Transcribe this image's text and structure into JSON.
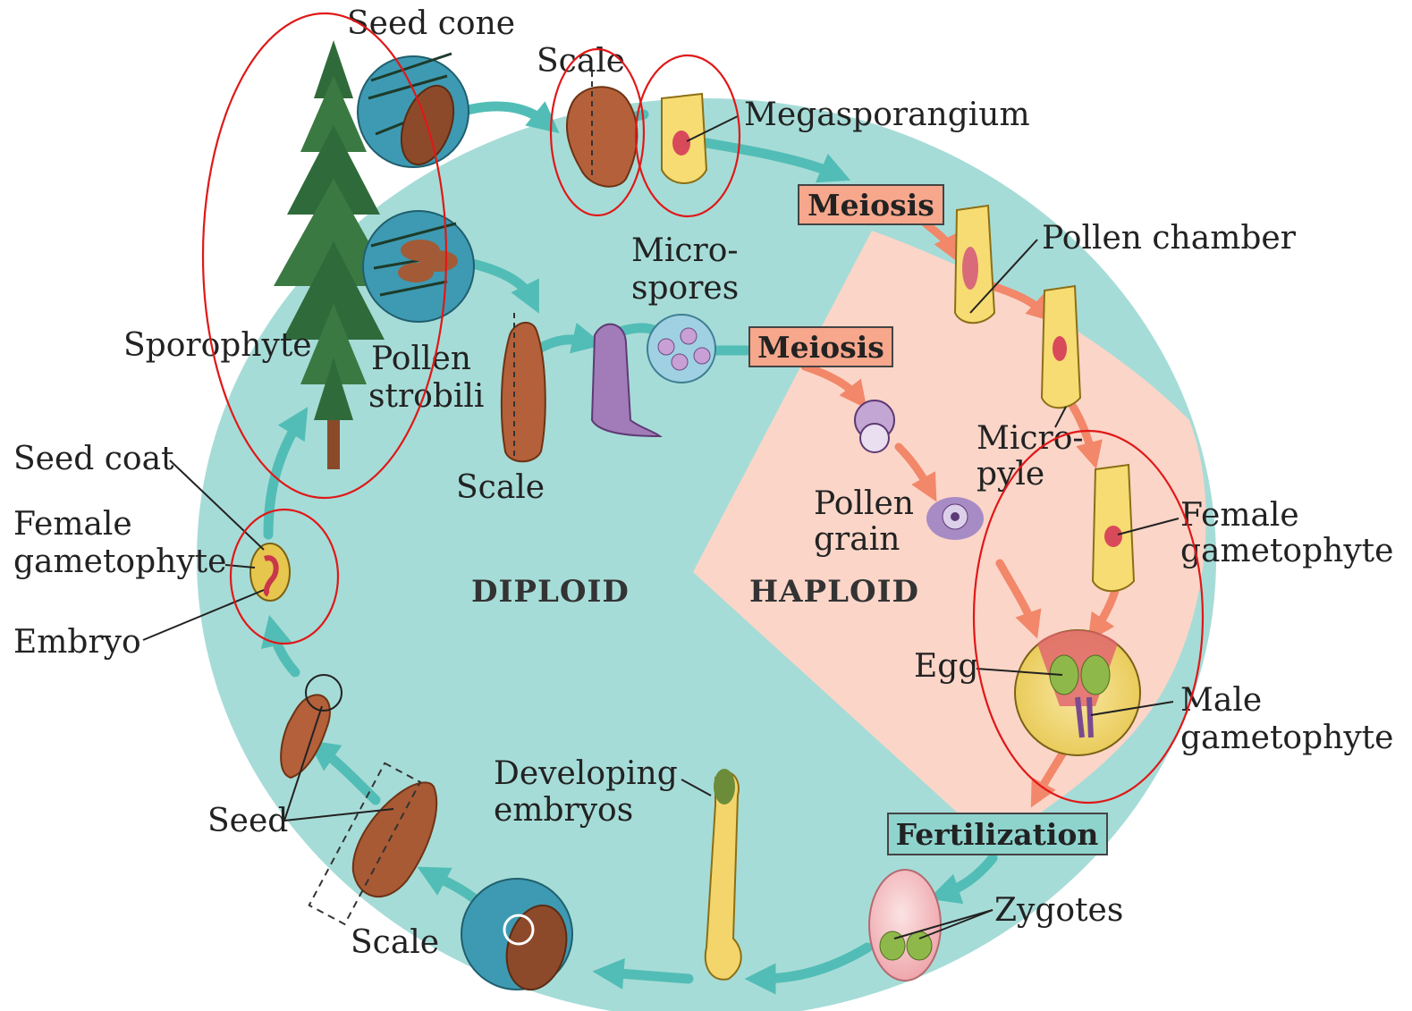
{
  "labels": {
    "seed_cone": "Seed cone",
    "scale_top": "Scale",
    "megasporangium": "Megasporangium",
    "meiosis_1": "Meiosis",
    "pollen_chamber": "Pollen chamber",
    "microspores_1": "Micro-",
    "microspores_2": "spores",
    "meiosis_2": "Meiosis",
    "sporophyte": "Sporophyte",
    "pollen_strobili_1": "Pollen",
    "pollen_strobili_2": "strobili",
    "micropyle_1": "Micro-",
    "micropyle_2": "pyle",
    "seed_coat": "Seed coat",
    "scale_mid": "Scale",
    "pollen_grain_1": "Pollen",
    "pollen_grain_2": "grain",
    "female_gametophyte_left_1": "Female",
    "female_gametophyte_left_2": "gametophyte",
    "female_gametophyte_right_1": "Female",
    "female_gametophyte_right_2": "gametophyte",
    "diploid": "DIPLOID",
    "haploid": "HAPLOID",
    "embryo": "Embryo",
    "egg": "Egg",
    "male_gametophyte_1": "Male",
    "male_gametophyte_2": "gametophyte",
    "developing_embryos_1": "Developing",
    "developing_embryos_2": "embryos",
    "seed": "Seed",
    "fertilization": "Fertilization",
    "zygotes": "Zygotes",
    "scale_bottom": "Scale"
  },
  "colors": {
    "diploid_region": "#a6dcd7",
    "haploid_region": "#fbd5c8",
    "teal_arrow": "#52bdb6",
    "orange_arrow": "#f2876a",
    "meiosis_box": "#f6a78c",
    "fertilization_box": "#8fd3cd",
    "annotation_circle": "#e01818"
  }
}
